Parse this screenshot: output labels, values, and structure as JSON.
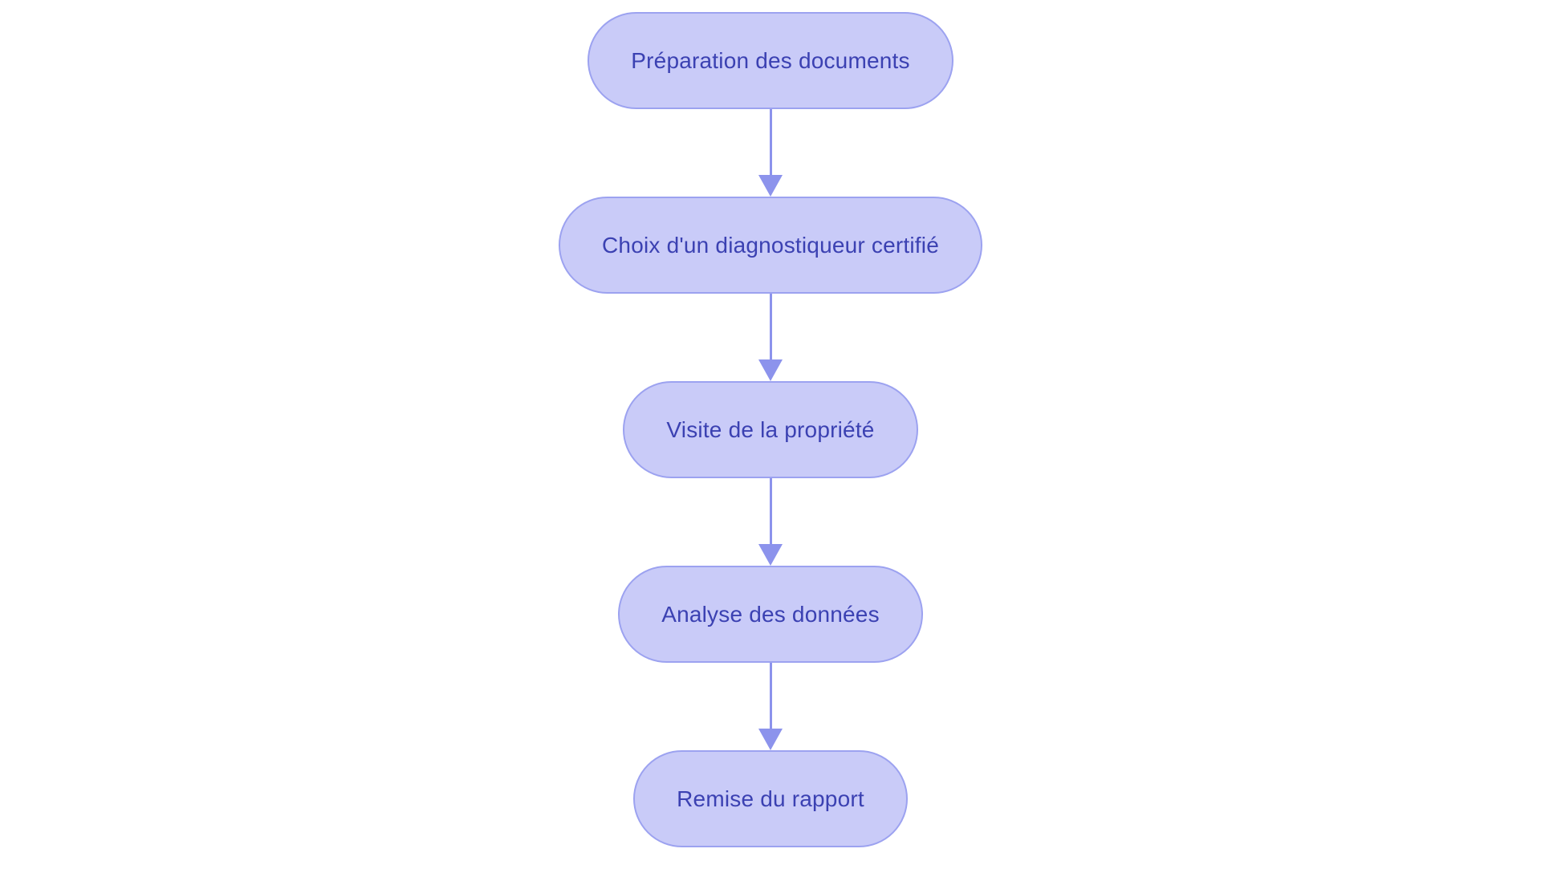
{
  "diagram": {
    "type": "flowchart",
    "direction": "top-to-bottom",
    "colors": {
      "bg": "#ffffff",
      "node-fill": "#c9cbf8",
      "node-border": "#9ca2f0",
      "node-text": "#3b41b2",
      "arrow-color": "#8c93ec"
    },
    "nodes": [
      {
        "id": "step-1",
        "label": "Préparation des documents"
      },
      {
        "id": "step-2",
        "label": "Choix d'un diagnostiqueur certifié"
      },
      {
        "id": "step-3",
        "label": "Visite de la propriété"
      },
      {
        "id": "step-4",
        "label": "Analyse des données"
      },
      {
        "id": "step-5",
        "label": "Remise du rapport"
      }
    ],
    "edges": [
      {
        "from": "step-1",
        "to": "step-2"
      },
      {
        "from": "step-2",
        "to": "step-3"
      },
      {
        "from": "step-3",
        "to": "step-4"
      },
      {
        "from": "step-4",
        "to": "step-5"
      }
    ]
  }
}
